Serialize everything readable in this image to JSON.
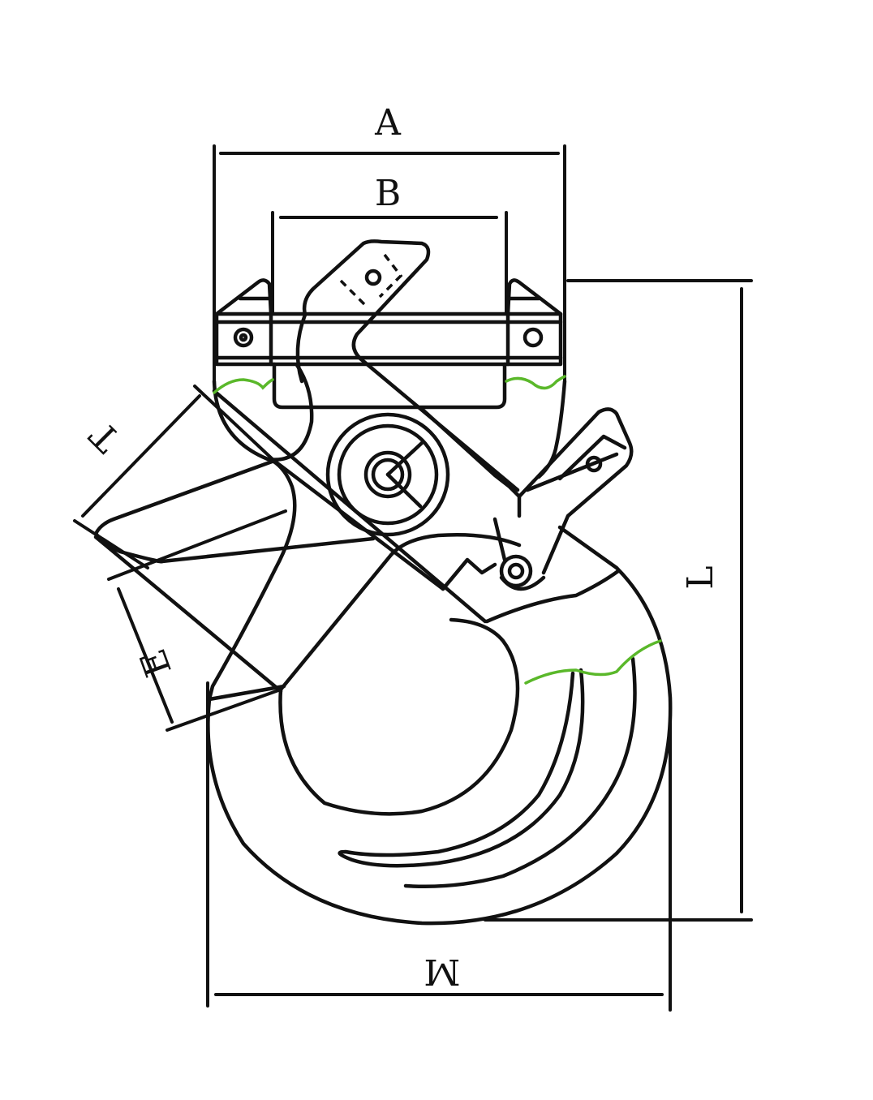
{
  "labels": {
    "A": "A",
    "B": "B",
    "T": "T",
    "E": "E",
    "L": "L",
    "M": "M"
  },
  "colors": {
    "line": "#111111",
    "weld": "#5ab82a",
    "background": "#ffffff"
  }
}
